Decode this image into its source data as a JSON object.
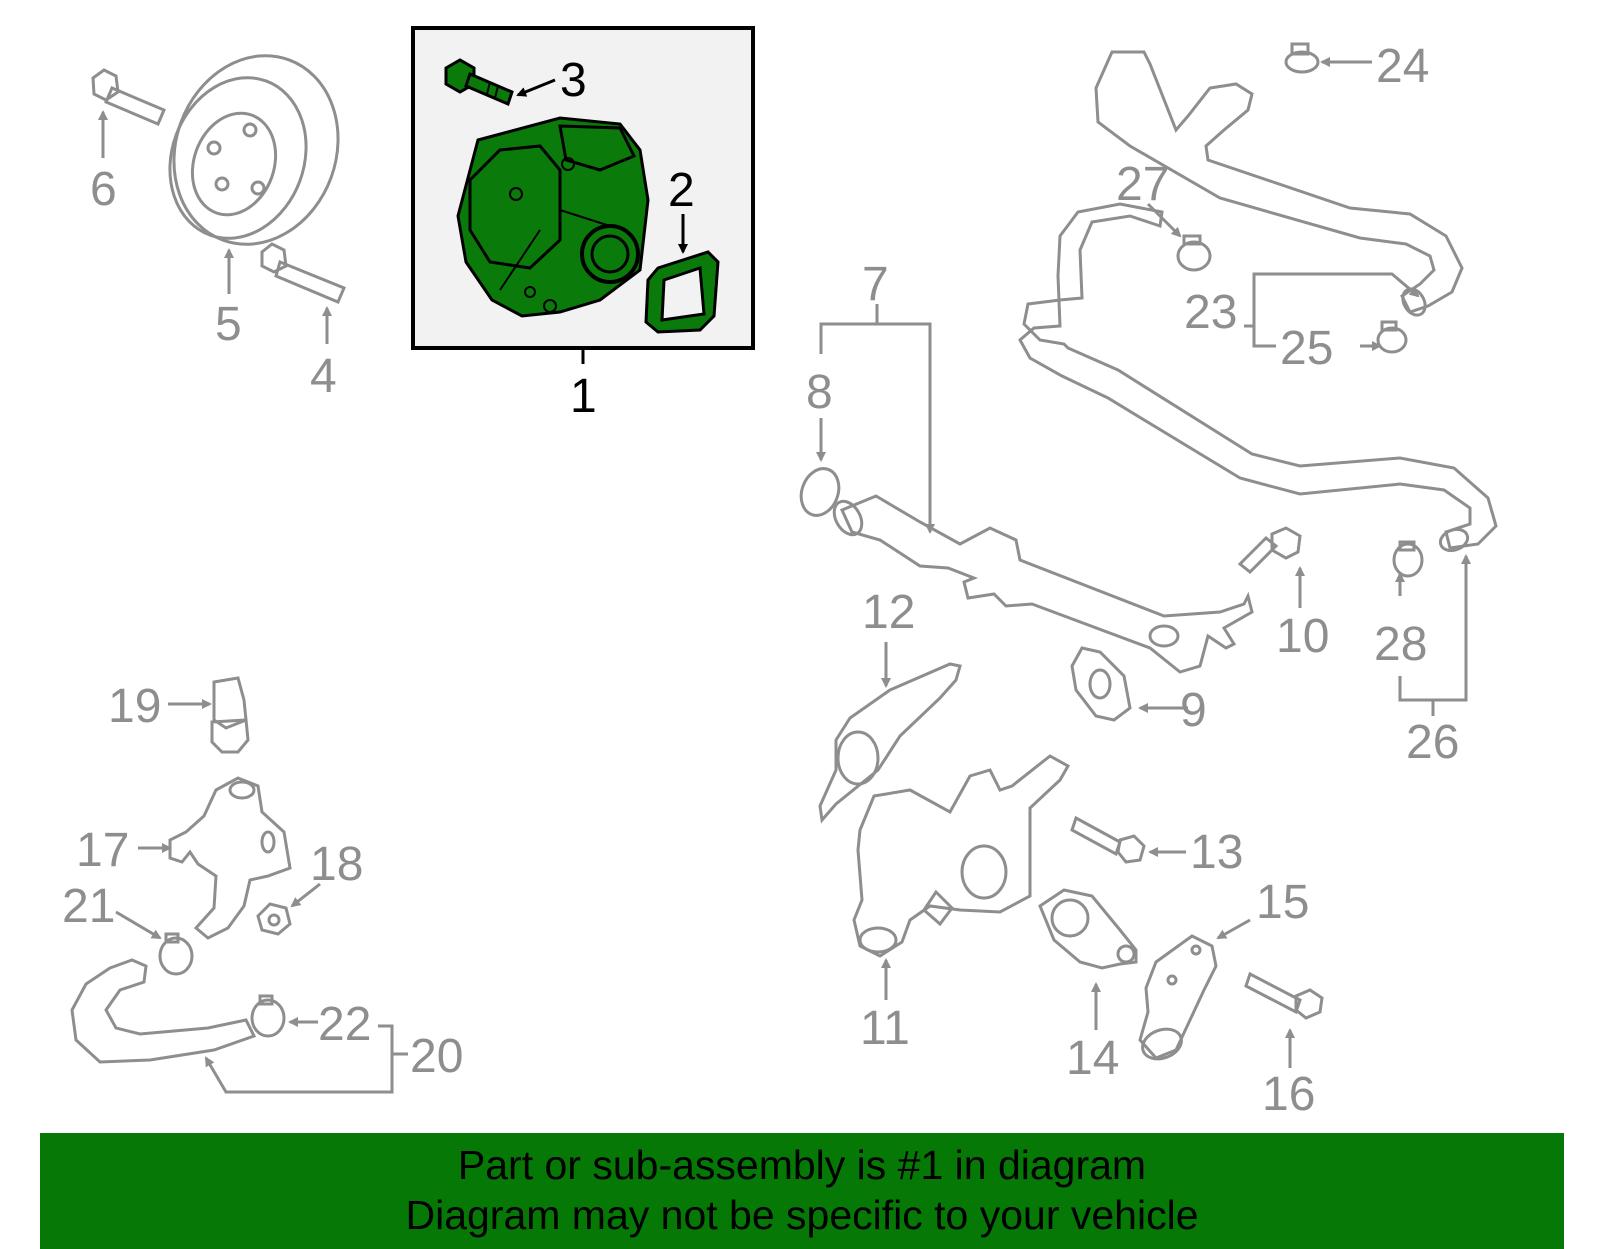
{
  "diagram": {
    "highlighted_callouts": [
      "1",
      "2",
      "3"
    ],
    "callouts": [
      {
        "id": "c1",
        "text": "1"
      },
      {
        "id": "c2",
        "text": "2"
      },
      {
        "id": "c3",
        "text": "3"
      },
      {
        "id": "c4",
        "text": "4"
      },
      {
        "id": "c5",
        "text": "5"
      },
      {
        "id": "c6",
        "text": "6"
      },
      {
        "id": "c7",
        "text": "7"
      },
      {
        "id": "c8",
        "text": "8"
      },
      {
        "id": "c9",
        "text": "9"
      },
      {
        "id": "c10",
        "text": "10"
      },
      {
        "id": "c11",
        "text": "11"
      },
      {
        "id": "c12",
        "text": "12"
      },
      {
        "id": "c13",
        "text": "13"
      },
      {
        "id": "c14",
        "text": "14"
      },
      {
        "id": "c15",
        "text": "15"
      },
      {
        "id": "c16",
        "text": "16"
      },
      {
        "id": "c17",
        "text": "17"
      },
      {
        "id": "c18",
        "text": "18"
      },
      {
        "id": "c19",
        "text": "19"
      },
      {
        "id": "c20",
        "text": "20"
      },
      {
        "id": "c21",
        "text": "21"
      },
      {
        "id": "c22",
        "text": "22"
      },
      {
        "id": "c23",
        "text": "23"
      },
      {
        "id": "c24",
        "text": "24"
      },
      {
        "id": "c25",
        "text": "25"
      },
      {
        "id": "c26",
        "text": "26"
      },
      {
        "id": "c27",
        "text": "27"
      },
      {
        "id": "c28",
        "text": "28"
      }
    ],
    "colors": {
      "highlight": "#0a7a0a",
      "outline": "#8e8e8e",
      "ink": "#000000",
      "box_fill": "#f2f2f2"
    }
  },
  "banner": {
    "line1": "Part or sub-assembly is #1 in diagram",
    "line2": "Diagram may not be specific to your vehicle",
    "color": "#067806"
  }
}
